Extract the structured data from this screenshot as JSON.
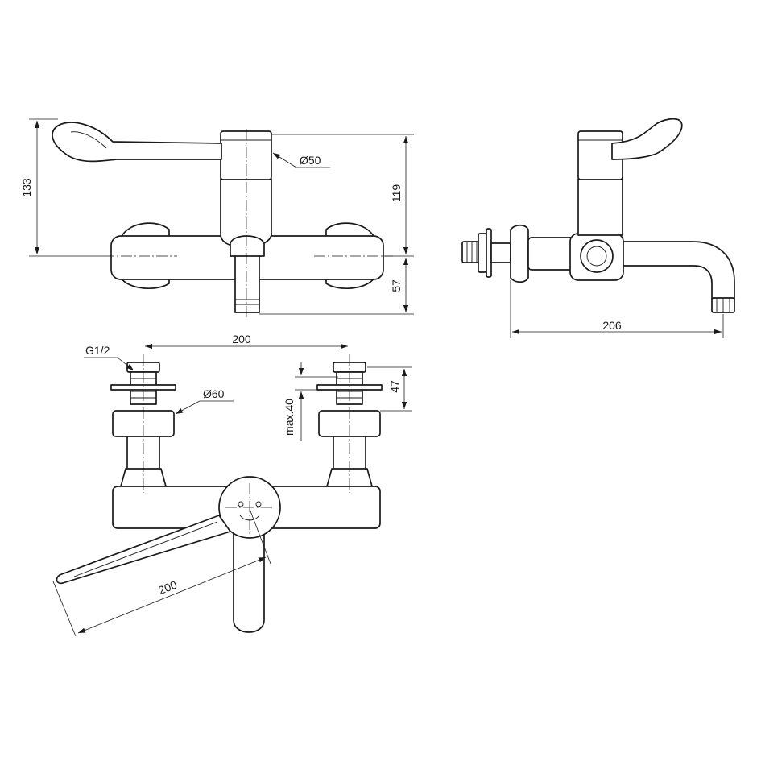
{
  "labels": {
    "front_height_total": "133",
    "front_height_upper": "119",
    "front_height_lower": "57",
    "front_diameter": "Ø50",
    "side_depth": "206",
    "top_centers": "200",
    "top_thread": "G1/2",
    "top_rosette": "Ø60",
    "top_adjust": "max.40",
    "top_offset": "47",
    "top_lever": "200"
  },
  "colors": {
    "line": "#1a1a1a",
    "background": "#ffffff"
  }
}
